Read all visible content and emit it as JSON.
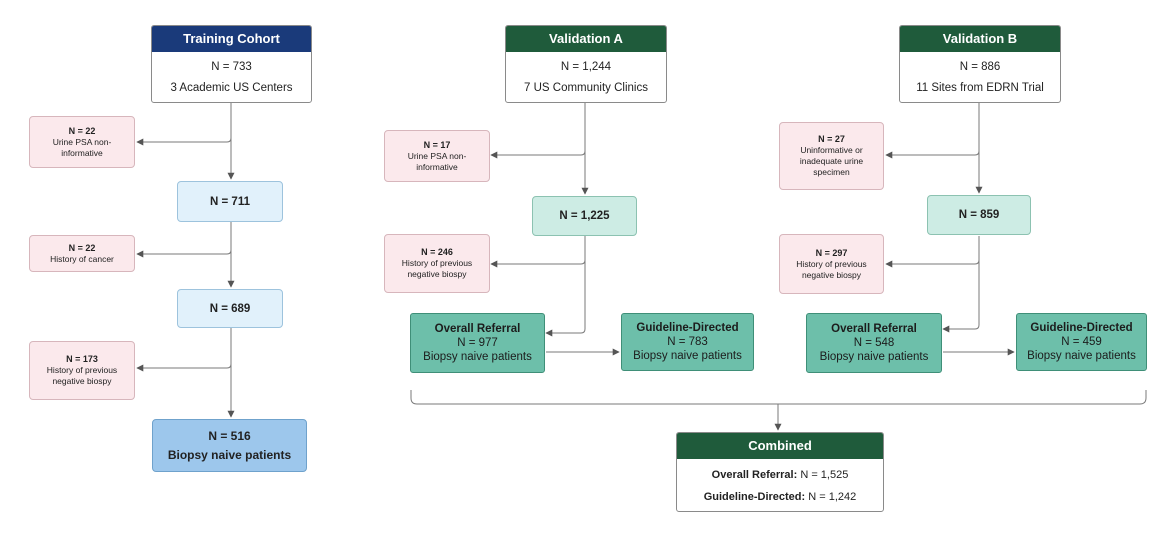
{
  "training": {
    "title": "Training Cohort",
    "n": "N = 733",
    "sites": "3 Academic US Centers",
    "excl1": {
      "n": "N = 22",
      "reason": "Urine PSA non-informative"
    },
    "count1": "N = 711",
    "excl2": {
      "n": "N = 22",
      "reason": "History of cancer"
    },
    "count2": "N = 689",
    "excl3": {
      "n": "N = 173",
      "reason": "History of previous negative biospy"
    },
    "final": {
      "n": "N = 516",
      "label": "Biopsy naive patients"
    }
  },
  "validation_a": {
    "title": "Validation A",
    "n": "N = 1,244",
    "sites": "7 US Community Clinics",
    "excl1": {
      "n": "N = 17",
      "reason": "Urine PSA non-informative"
    },
    "count1": "N = 1,225",
    "excl2": {
      "n": "N = 246",
      "reason": "History of previous negative biospy"
    },
    "overall": {
      "title": "Overall Referral",
      "n": "N = 977",
      "label": "Biopsy naive patients"
    },
    "guideline": {
      "title": "Guideline-Directed",
      "n": "N = 783",
      "label": "Biopsy naive patients"
    }
  },
  "validation_b": {
    "title": "Validation B",
    "n": "N = 886",
    "sites": "11 Sites from EDRN Trial",
    "excl1": {
      "n": "N = 27",
      "reason": "Uninformative or inadequate urine specimen"
    },
    "count1": "N = 859",
    "excl2": {
      "n": "N = 297",
      "reason": "History of previous negative biospy"
    },
    "overall": {
      "title": "Overall Referral",
      "n": "N = 548",
      "label": "Biopsy naive patients"
    },
    "guideline": {
      "title": "Guideline-Directed",
      "n": "N = 459",
      "label": "Biopsy naive patients"
    }
  },
  "combined": {
    "title": "Combined",
    "overall_label": "Overall Referral:",
    "overall_value": "N = 1,525",
    "guideline_label": "Guideline-Directed:",
    "guideline_value": "N = 1,242"
  }
}
